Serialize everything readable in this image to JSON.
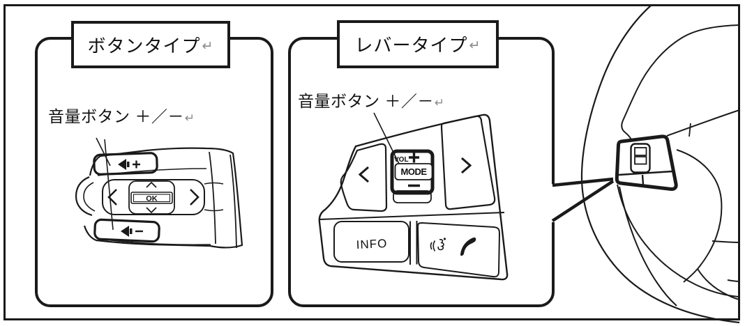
{
  "colors": {
    "line": "#1a1a1a",
    "text": "#111111",
    "return_mark_gray": "#8a8a8a",
    "background": "#ffffff"
  },
  "panels": {
    "button_type": {
      "title": "ボタンタイプ",
      "return_mark": "↵",
      "label": "音量ボタン ＋／－",
      "label_return_mark": "↵",
      "controls": {
        "volume_up_icon": "speaker-plus-icon",
        "volume_down_icon": "speaker-minus-icon",
        "left_arrow": "<",
        "right_arrow": ">",
        "up_arrow": "∧",
        "down_arrow": "∨",
        "ok": "OK"
      }
    },
    "lever_type": {
      "title": "レバータイプ",
      "return_mark": "↵",
      "label": "音量ボタン ＋／－",
      "label_return_mark": "↵",
      "controls": {
        "vol": "VOL",
        "plus": "+",
        "mode": "MODE",
        "minus": "−",
        "left_arrow": "<",
        "right_arrow": ">",
        "info": "INFO",
        "voice_icon": "voice-recognition-icon",
        "phone_icon": "phone-icon"
      }
    }
  },
  "wheel": {
    "illustration": "steering-wheel-right-side",
    "control_pad_icon": "steering-wheel-audio-pad"
  }
}
